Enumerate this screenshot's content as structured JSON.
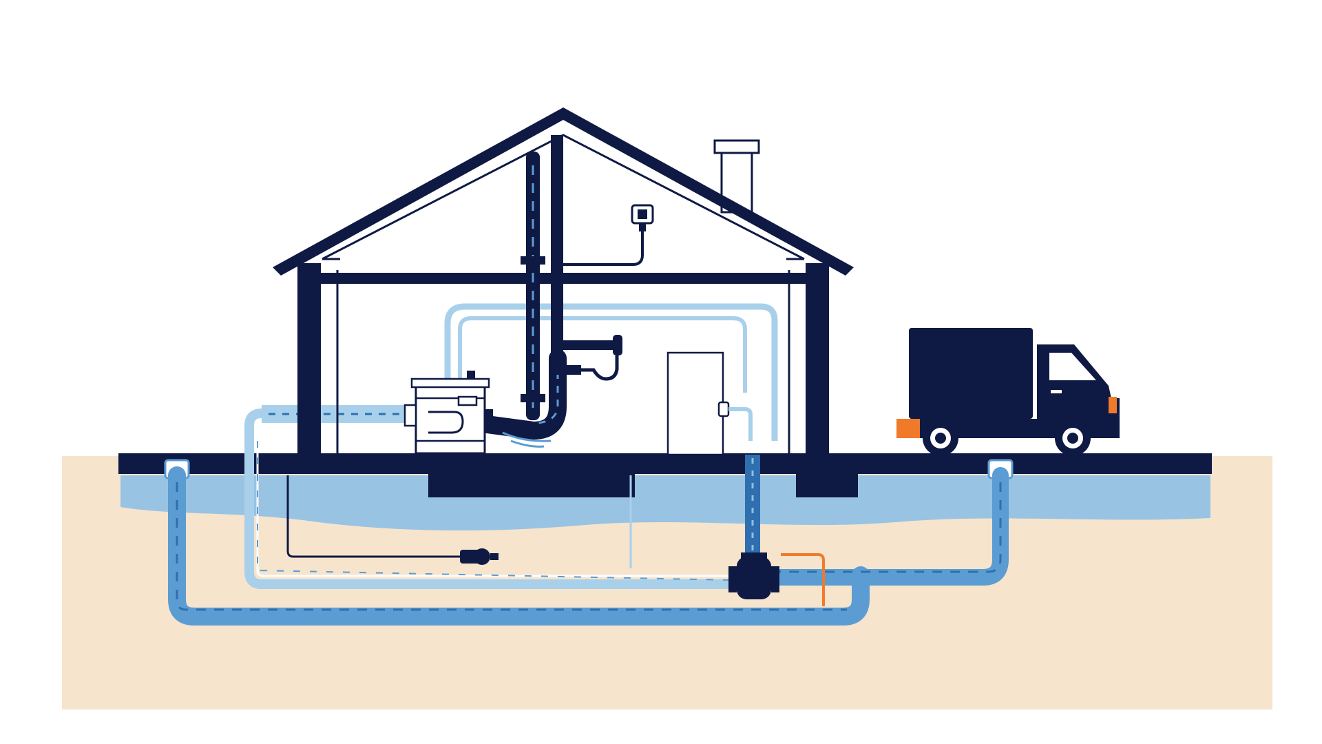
{
  "diagram": {
    "labels": [],
    "elements": [
      "house",
      "chimney",
      "vent-stack",
      "floor-drain",
      "sewage-pump-tank",
      "cleanout-valve",
      "sewer-line",
      "water-supply-line",
      "groundwater",
      "soil",
      "delivery-truck",
      "electrical-box"
    ]
  },
  "colors": {
    "navy": "#0f1a44",
    "pipe_light": "#a9d0ea",
    "pipe_mid": "#5b9cd2",
    "pipe_dark": "#2f6fb0",
    "water": "#8fbfe4",
    "soil": "#f6e4cd",
    "accent_orange": "#f07a2a",
    "background": "#ffffff"
  },
  "icons": [
    "house-icon",
    "truck-icon",
    "pump-icon",
    "valve-icon",
    "chimney-icon",
    "outlet-icon"
  ]
}
